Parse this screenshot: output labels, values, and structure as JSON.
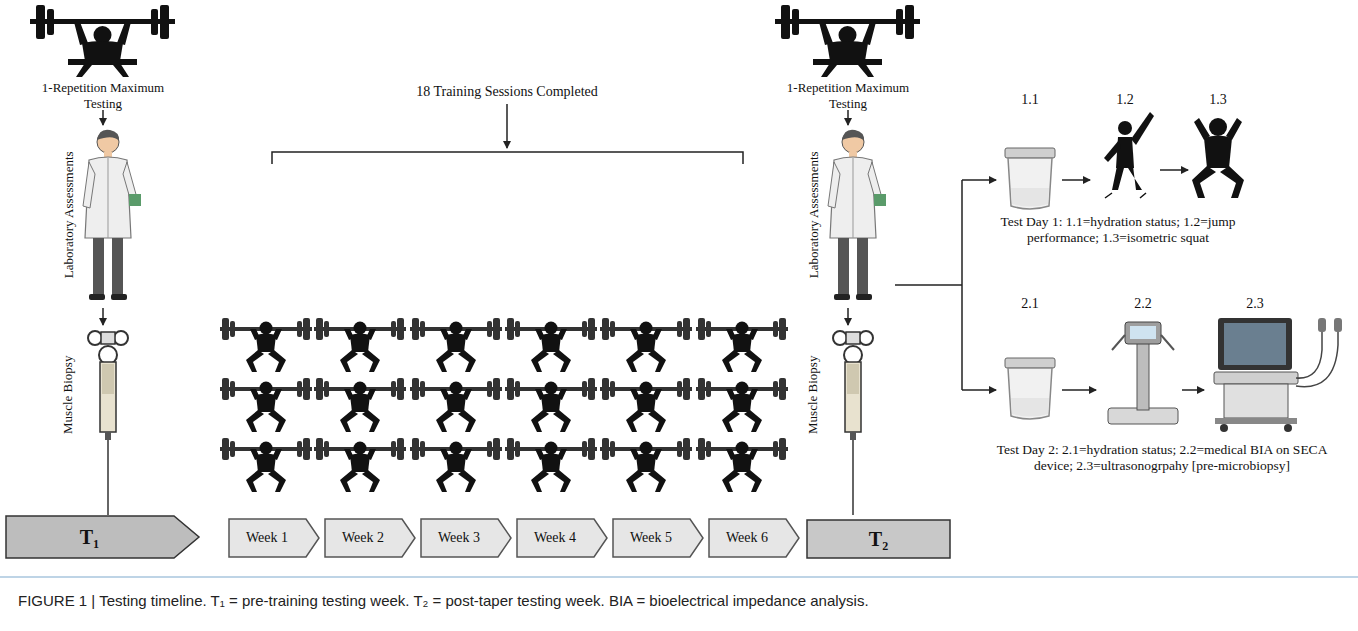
{
  "diagram": {
    "caption": "FIGURE 1 | Testing timeline. T₁ = pre-training testing week. T₂ = post-taper testing week. BIA = bioelectrical impedance analysis.",
    "nodes": [
      {
        "text": [
          "T₁"
        ]
      },
      {
        "text": [
          "Week 1"
        ]
      },
      {
        "text": [
          "Week 2"
        ]
      },
      {
        "text": [
          "Week 3"
        ]
      },
      {
        "text": [
          "Week 4"
        ]
      },
      {
        "text": [
          "Week 5"
        ]
      },
      {
        "text": [
          "Week 6"
        ]
      },
      {
        "text": [
          "T₂"
        ]
      }
    ],
    "labels": [
      "1-Repetition Maximum Testing",
      "Laboratory Assessments",
      "Muscle Biopsy",
      "18 Training Sessions Completed",
      "1-Repetition Maximum Testing",
      "Laboratory Assessments",
      "Muscle Biopsy",
      "1.1",
      "1.2",
      "1.3",
      "Test Day 1: 1.1=hydration status; 1.2=jump performance; 1.3=isometric squat",
      "2.1",
      "2.2",
      "2.3",
      "Test Day 2: 2.1=hydration status; 2.2=medical BIA on SECA device; 2.3=ultrasonogrpahy [pre-microbiopsy]"
    ]
  }
}
